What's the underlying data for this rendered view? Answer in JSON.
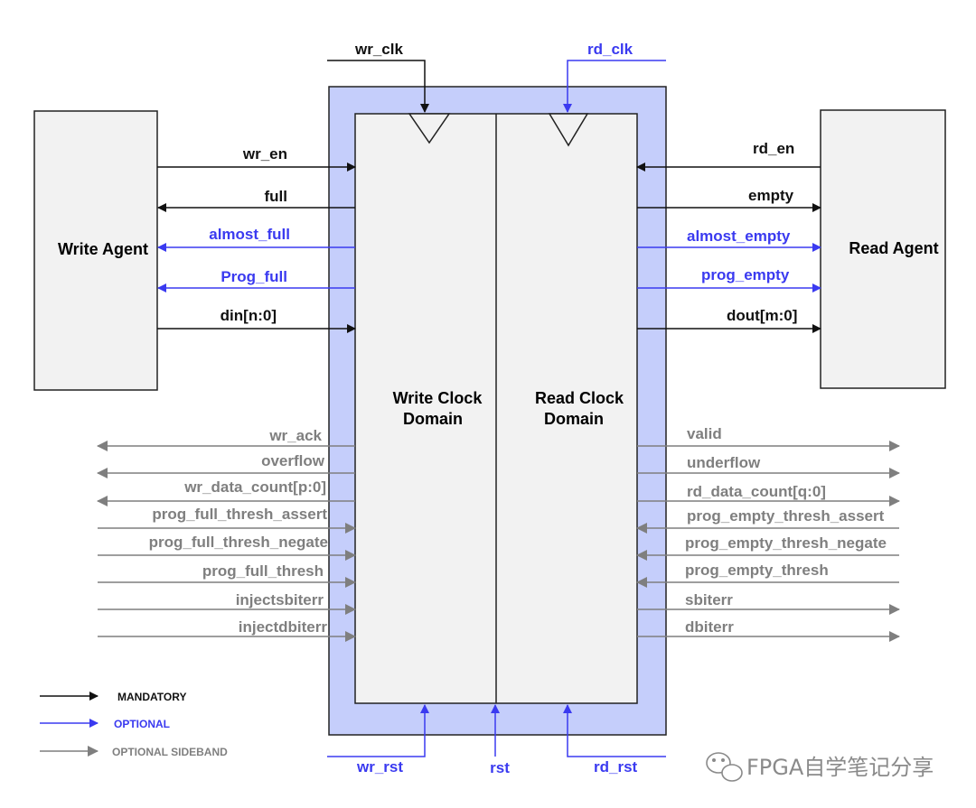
{
  "colors": {
    "mandatory": "#111111",
    "optional": "#3a3af0",
    "sideband": "#7f7f7f",
    "fifo_outer": "#c5cefb",
    "fifo_inner": "#f2f2f2",
    "agent_fill": "#f2f2f2"
  },
  "clocks": {
    "write": "wr_clk",
    "read": "rd_clk"
  },
  "agents": {
    "write": "Write Agent",
    "read": "Read Agent"
  },
  "domains": {
    "write_line1": "Write Clock",
    "write_line2": "Domain",
    "read_line1": "Read Clock",
    "read_line2": "Domain"
  },
  "write_signals": [
    "wr_en",
    "full",
    "almost_full",
    "Prog_full",
    "din[n:0]"
  ],
  "read_signals": [
    "rd_en",
    "empty",
    "almost_empty",
    "prog_empty",
    "dout[m:0]"
  ],
  "write_sideband": [
    "wr_ack",
    "overflow",
    "wr_data_count[p:0]",
    "prog_full_thresh_assert",
    "prog_full_thresh_negate",
    "prog_full_thresh",
    "injectsbiterr",
    "injectdbiterr"
  ],
  "read_sideband": [
    "valid",
    "underflow",
    "rd_data_count[q:0]",
    "prog_empty_thresh_assert",
    "prog_empty_thresh_negate",
    "prog_empty_thresh",
    "sbiterr",
    "dbiterr"
  ],
  "resets": {
    "write": "wr_rst",
    "common": "rst",
    "read": "rd_rst"
  },
  "legend": {
    "mandatory": "MANDATORY",
    "optional": "OPTIONAL",
    "sideband": "OPTIONAL SIDEBAND"
  },
  "watermark": "FPGA自学笔记分享",
  "icons": {
    "watermark": "wechat-icon"
  }
}
